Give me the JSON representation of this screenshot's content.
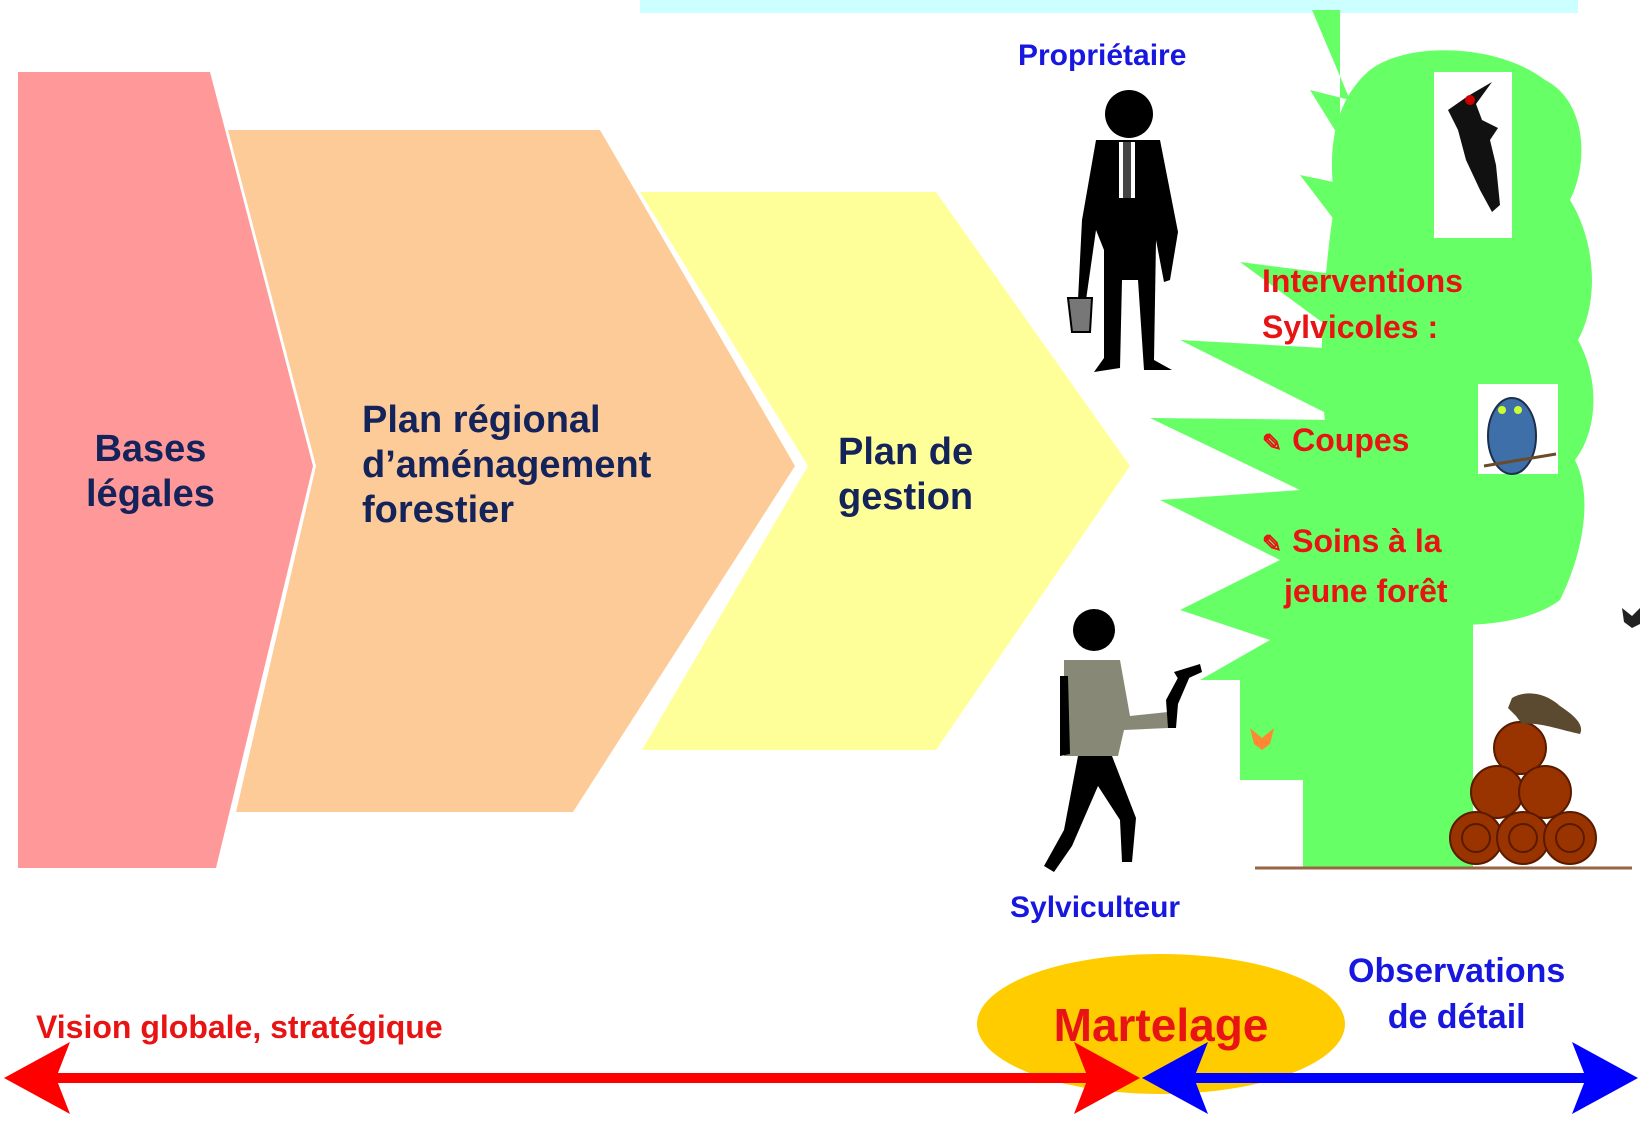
{
  "stages": [
    {
      "lines": [
        "Bases",
        "légales"
      ],
      "color": "#ff9999"
    },
    {
      "lines": [
        "Plan régional",
        "d’aménagement",
        "forestier"
      ],
      "color": "#fdcb98"
    },
    {
      "lines": [
        "Plan de",
        "gestion"
      ],
      "color": "#ffff99"
    }
  ],
  "owner_label": "Propriétaire",
  "forester_label": "Sylviculteur",
  "interventions": {
    "title_lines": [
      "Interventions",
      "Sylvicoles :"
    ],
    "bullet_glyph": "✎",
    "items": [
      {
        "lines": [
          "Coupes"
        ]
      },
      {
        "lines": [
          "Soins à la",
          "jeune forêt"
        ]
      }
    ]
  },
  "scale": {
    "left_text": "Vision globale, stratégique",
    "center_text": "Martelage",
    "right_lines": [
      "Observations",
      "de détail"
    ]
  },
  "colors": {
    "tree": "#66ff66",
    "trunk": "#66ff66",
    "top_band": "#ccffff",
    "ellipse": "#ffcc00",
    "arrow_left": "#ff0000",
    "arrow_right": "#0000ff",
    "log": "#993300",
    "person_dark": "#000000",
    "person_shirt": "#888877"
  }
}
